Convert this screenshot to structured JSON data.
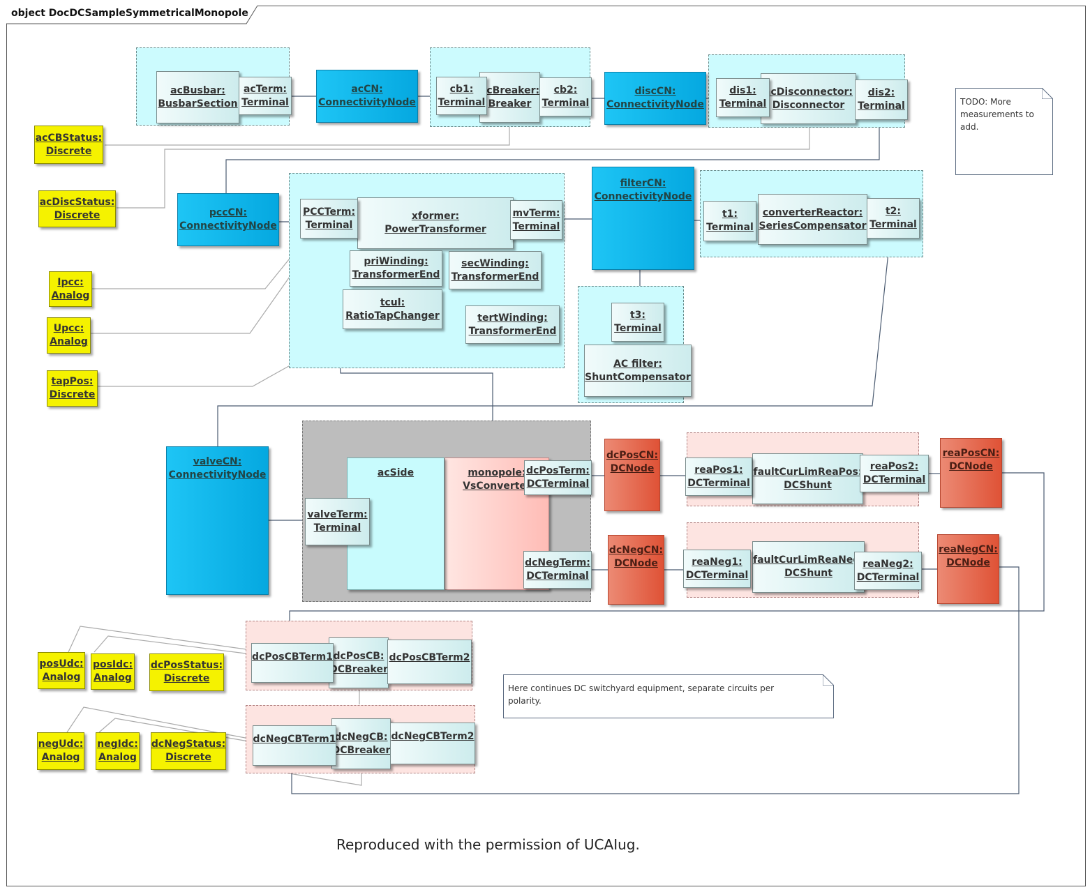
{
  "frame": {
    "title": "object DocDCSampleSymmetricalMonopole"
  },
  "objects": {
    "acBusbar": [
      "acBusbar:",
      "BusbarSection"
    ],
    "acTerm": [
      "acTerm:",
      "Terminal"
    ],
    "acCN": [
      "acCN:",
      "ConnectivityNode"
    ],
    "cb1": [
      "cb1:",
      "Terminal"
    ],
    "acBreaker": [
      "acBreaker:",
      "Breaker"
    ],
    "cb2": [
      "cb2:",
      "Terminal"
    ],
    "discCN": [
      "discCN:",
      "ConnectivityNode"
    ],
    "dis1": [
      "dis1:",
      "Terminal"
    ],
    "acDisconnector": [
      "acDisconnector:",
      "Disconnector"
    ],
    "dis2": [
      "dis2:",
      "Terminal"
    ],
    "acCBStatus": [
      "acCBStatus:",
      "Discrete"
    ],
    "acDiscStatus": [
      "acDiscStatus:",
      "Discrete"
    ],
    "pccCN": [
      "pccCN:",
      "ConnectivityNode"
    ],
    "PCCTerm": [
      "PCCTerm:",
      "Terminal"
    ],
    "xformer": [
      "xformer:",
      "PowerTransformer"
    ],
    "mvTerm": [
      "mvTerm:",
      "Terminal"
    ],
    "priWinding": [
      "priWinding:",
      "TransformerEnd"
    ],
    "secWinding": [
      "secWinding:",
      "TransformerEnd"
    ],
    "tcul": [
      "tcul:",
      "RatioTapChanger"
    ],
    "tertWinding": [
      "tertWinding:",
      "TransformerEnd"
    ],
    "filterCN": [
      "filterCN:",
      "ConnectivityNode"
    ],
    "t1": [
      "t1:",
      "Terminal"
    ],
    "converterReactor": [
      "converterReactor:",
      "SeriesCompensator"
    ],
    "t2": [
      "t2:",
      "Terminal"
    ],
    "t3": [
      "t3:",
      "Terminal"
    ],
    "acFilter": [
      "AC filter:",
      "ShuntCompensator"
    ],
    "Ipcc": [
      "Ipcc:",
      "Analog"
    ],
    "Upcc": [
      "Upcc:",
      "Analog"
    ],
    "tapPos": [
      "tapPos:",
      "Discrete"
    ],
    "valveCN": [
      "valveCN:",
      "ConnectivityNode"
    ],
    "acSide": [
      "acSide"
    ],
    "monopole": [
      "monopole:",
      "VsConverter"
    ],
    "valveTerm": [
      "valveTerm:",
      "Terminal"
    ],
    "dcPosTerm": [
      "dcPosTerm:",
      "DCTerminal"
    ],
    "dcNegTerm": [
      "dcNegTerm:",
      "DCTerminal"
    ],
    "dcPosCN": [
      "dcPosCN:",
      "DCNode"
    ],
    "dcNegCN": [
      "dcNegCN:",
      "DCNode"
    ],
    "reaPos1": [
      "reaPos1:",
      "DCTerminal"
    ],
    "faultCurLimReaPos": [
      "faultCurLimReaPos:",
      "DCShunt"
    ],
    "reaPos2": [
      "reaPos2:",
      "DCTerminal"
    ],
    "reaPosCN": [
      "reaPosCN:",
      "DCNode"
    ],
    "reaNeg1": [
      "reaNeg1:",
      "DCTerminal"
    ],
    "faultCurLimReaNeg": [
      "faultCurLimReaNeg:",
      "DCShunt"
    ],
    "reaNeg2": [
      "reaNeg2:",
      "DCTerminal"
    ],
    "reaNegCN": [
      "reaNegCN:",
      "DCNode"
    ],
    "dcPosCBTerm1": [
      "dcPosCBTerm1"
    ],
    "dcPosCB": [
      "dcPosCB:",
      "DCBreaker"
    ],
    "dcPosCBTerm2": [
      "dcPosCBTerm2"
    ],
    "dcNegCBTerm1": [
      "dcNegCBTerm1"
    ],
    "dcNegCB": [
      "dcNegCB:",
      "DCBreaker"
    ],
    "dcNegCBTerm2": [
      "dcNegCBTerm2"
    ],
    "posUdc": [
      "posUdc:",
      "Analog"
    ],
    "posIdc": [
      "posIdc:",
      "Analog"
    ],
    "dcPosStatus": [
      "dcPosStatus:",
      "Discrete"
    ],
    "negUdc": [
      "negUdc:",
      "Analog"
    ],
    "negIdc": [
      "negIdc:",
      "Analog"
    ],
    "dcNegStatus": [
      "dcNegStatus:",
      "Discrete"
    ]
  },
  "notes": {
    "todo": "TODO: More measurements to add.",
    "dc_switchyard": "Here continues DC switchyard equipment, separate circuits per polarity."
  },
  "credit": "Reproduced with the permission of UCAIug."
}
